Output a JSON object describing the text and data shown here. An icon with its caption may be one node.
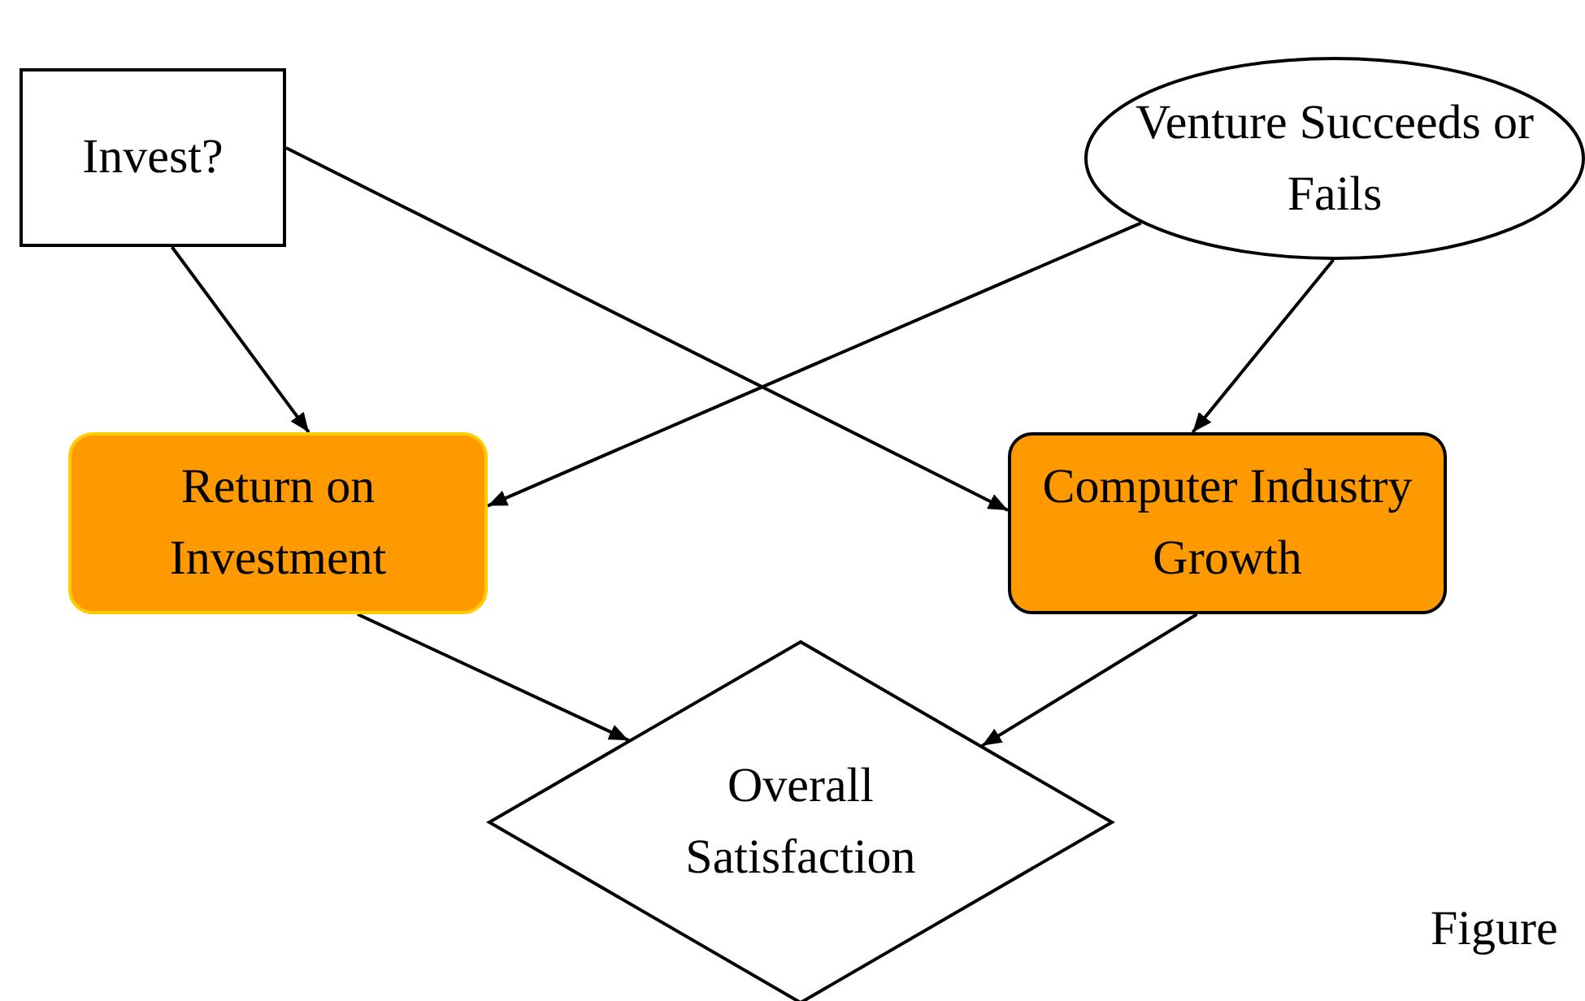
{
  "diagram": {
    "nodes": [
      {
        "text": [
          "Invest?"
        ]
      },
      {
        "text": [
          "Venture Succeeds or Fails"
        ]
      },
      {
        "text": [
          "Return on Investment"
        ]
      },
      {
        "text": [
          "Computer Industry Growth"
        ]
      },
      {
        "text": [
          "Overall Satisfaction"
        ]
      }
    ],
    "edges": [
      {
        "from": 0,
        "to": 2,
        "arrow": "to"
      },
      {
        "from": 0,
        "to": 3,
        "arrow": "to"
      },
      {
        "from": 1,
        "to": 2,
        "arrow": "to"
      },
      {
        "from": 1,
        "to": 3,
        "arrow": "to"
      },
      {
        "from": 2,
        "to": 4,
        "arrow": "to"
      },
      {
        "from": 3,
        "to": 4,
        "arrow": "to"
      }
    ],
    "labels": [
      "Figure"
    ]
  }
}
